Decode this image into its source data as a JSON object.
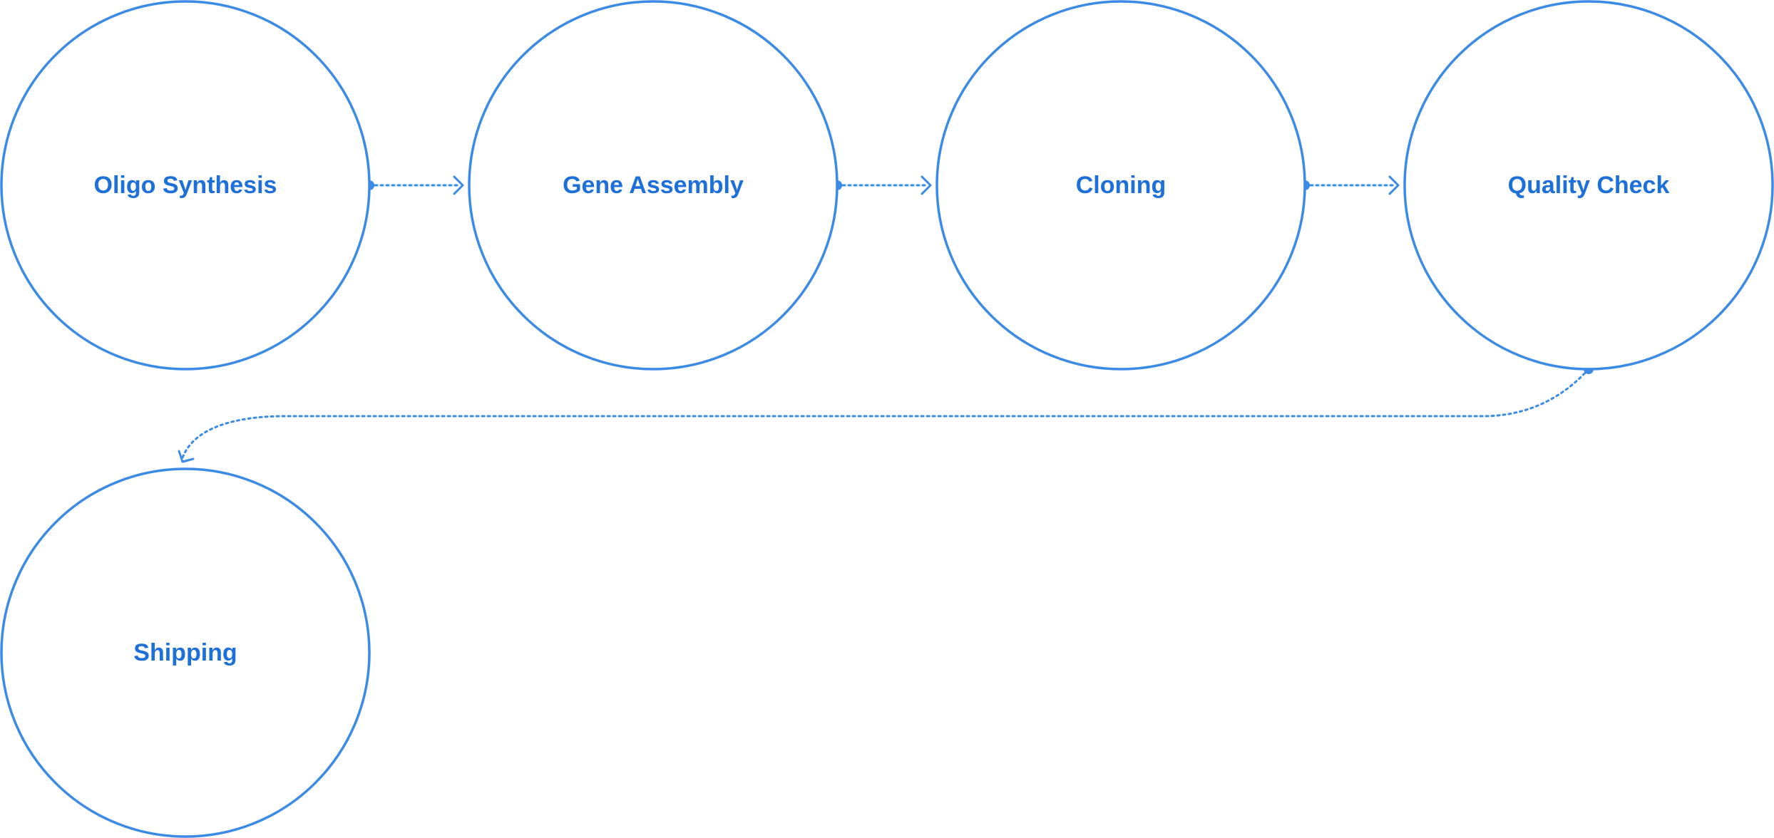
{
  "diagram": {
    "type": "process-flow",
    "accent_color": "#3a8ae6",
    "label_color": "#1d6fd9",
    "nodes": [
      {
        "id": "oligo-synthesis",
        "label": "Oligo Synthesis"
      },
      {
        "id": "gene-assembly",
        "label": "Gene Assembly"
      },
      {
        "id": "cloning",
        "label": "Cloning"
      },
      {
        "id": "quality-check",
        "label": "Quality Check"
      },
      {
        "id": "shipping",
        "label": "Shipping"
      }
    ],
    "edges": [
      {
        "from": "oligo-synthesis",
        "to": "gene-assembly",
        "style": "dotted"
      },
      {
        "from": "gene-assembly",
        "to": "cloning",
        "style": "dotted"
      },
      {
        "from": "cloning",
        "to": "quality-check",
        "style": "dotted"
      },
      {
        "from": "quality-check",
        "to": "shipping",
        "style": "dotted"
      }
    ]
  }
}
